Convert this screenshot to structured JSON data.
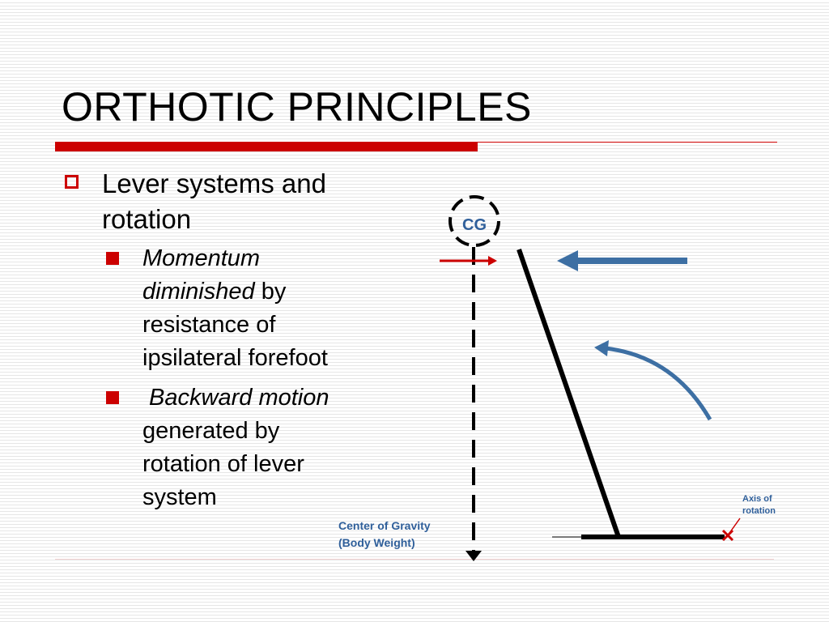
{
  "slide": {
    "title": "ORTHOTIC PRINCIPLES"
  },
  "bullets": {
    "main": "Lever systems and rotation",
    "main_line1": "Lever systems and",
    "main_line2": "rotation",
    "sub1": {
      "l1_italic": "Momentum",
      "l2_italic": "diminished",
      "l2_rest": " by",
      "l3": "resistance of",
      "l4": "ipsilateral forefoot"
    },
    "sub2": {
      "l1_italic": " Backward motion",
      "l2": "generated by",
      "l3": "rotation of lever",
      "l4": "system"
    }
  },
  "diagram": {
    "cg_label": "CG",
    "center_gravity_line1": "Center of Gravity",
    "center_gravity_line2": "(Body Weight)",
    "axis_line1": "Axis of",
    "axis_line2": "rotation",
    "colors": {
      "accent_red": "#cc0000",
      "arrow_blue": "#3d6fa3",
      "label_blue": "#2f5f9a",
      "black": "#000000"
    }
  }
}
